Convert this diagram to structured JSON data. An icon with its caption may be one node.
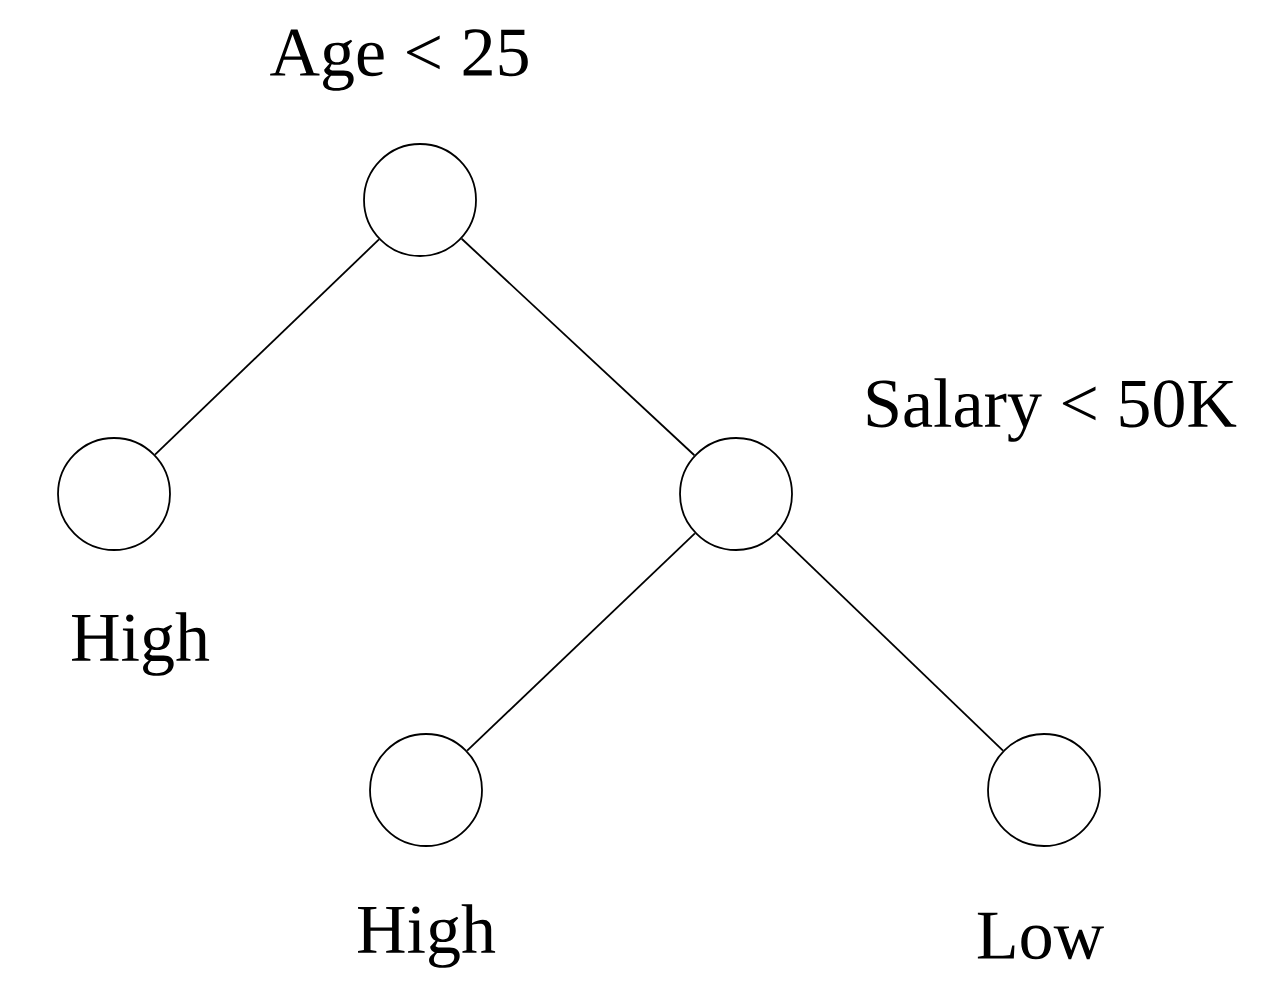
{
  "diagram": {
    "nodes": [
      {
        "text": [
          "Age < 25"
        ]
      },
      {
        "text": [
          "High"
        ]
      },
      {
        "text": [
          "Salary < 50K"
        ]
      },
      {
        "text": [
          "High"
        ]
      },
      {
        "text": [
          "Low"
        ]
      }
    ],
    "edges": [
      {
        "from": 0,
        "to": 1,
        "arrow": "none"
      },
      {
        "from": 0,
        "to": 2,
        "arrow": "none"
      },
      {
        "from": 2,
        "to": 3,
        "arrow": "none"
      },
      {
        "from": 2,
        "to": 4,
        "arrow": "none"
      }
    ]
  }
}
